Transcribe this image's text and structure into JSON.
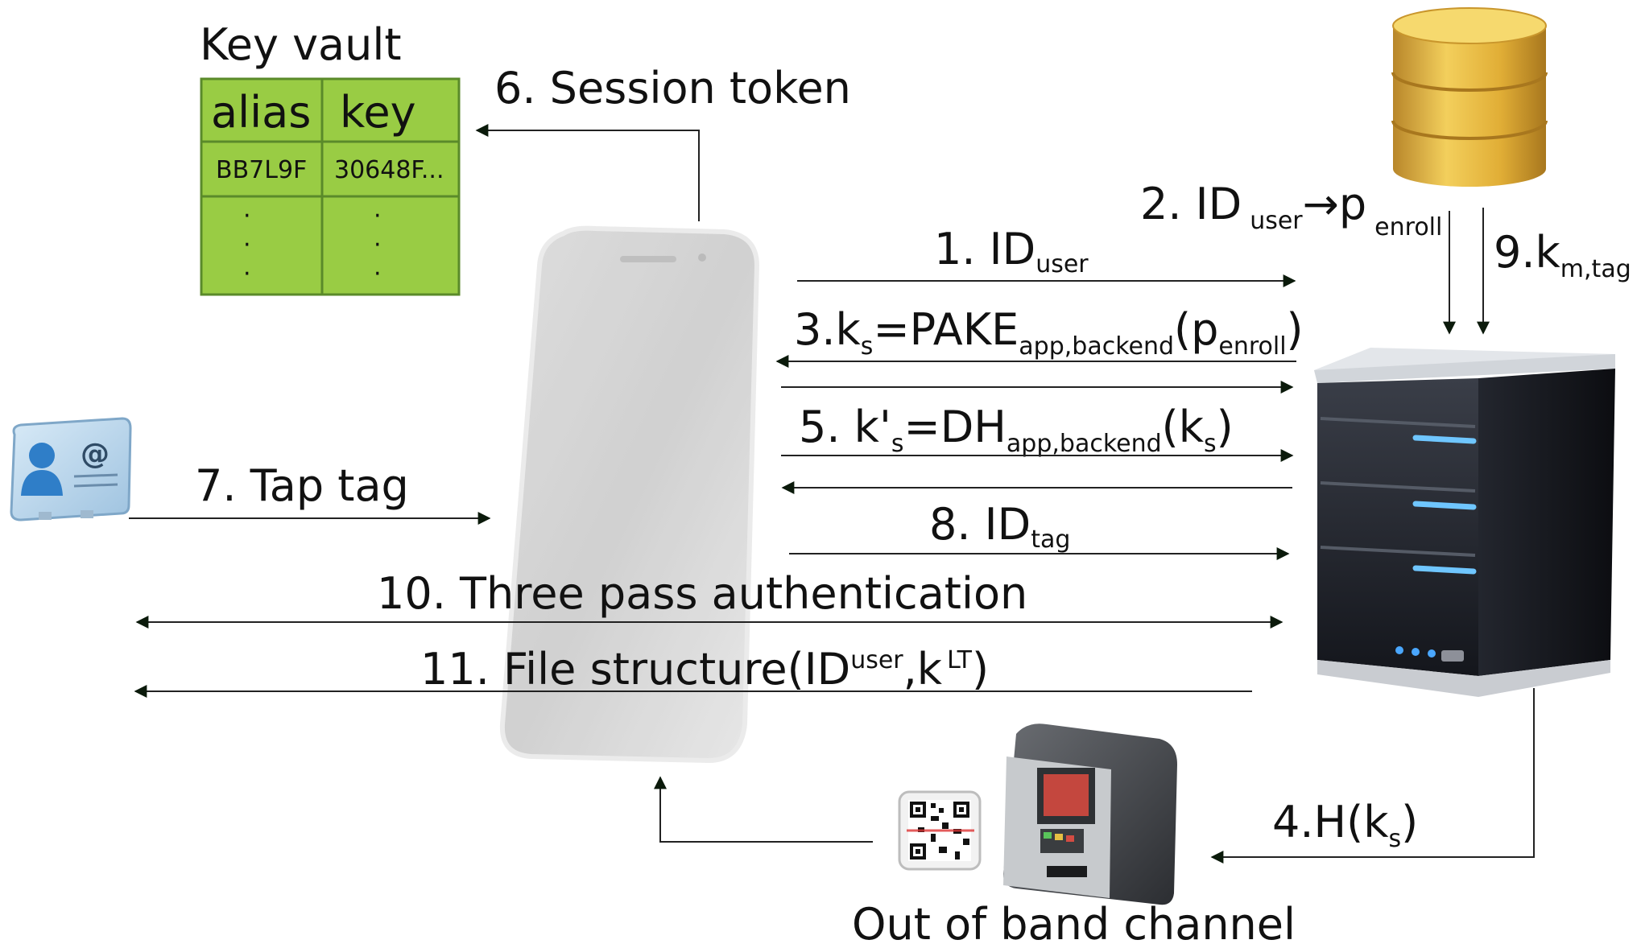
{
  "key_vault": {
    "title": "Key vault",
    "headers": [
      "alias",
      "key"
    ],
    "row": [
      "BB7L9F",
      "30648F..."
    ],
    "ellipsis": [
      "·",
      "·",
      "·"
    ]
  },
  "labels": {
    "step1": {
      "main": "1. ID",
      "sub": "user"
    },
    "step2": {
      "main": "2. ID",
      "sub1": "user",
      "arrow": "→p",
      "sub2": "enroll"
    },
    "step3": {
      "a": "3.k",
      "sub1": "s",
      "b": "=PAKE",
      "sub2": "app,backend",
      "c": "(p",
      "sub3": "enroll",
      "d": ")"
    },
    "step4": {
      "a": "4.H(k",
      "sub": "s",
      "b": ")"
    },
    "step5": {
      "a": "5. k'",
      "sub1": "s",
      "b": "=DH",
      "sub2": "app,backend",
      "c": "(k",
      "sub3": "s",
      "d": ")"
    },
    "step6": "6. Session token",
    "step7": "7. Tap tag",
    "step8": {
      "main": "8. ID",
      "sub": "tag"
    },
    "step9": {
      "main": "9.k",
      "sub": "m,tag"
    },
    "step10": "10. Three pass authentication",
    "step11": {
      "a": "11. File structure(ID",
      "sup1": "user",
      "b": ",k",
      "sup2": "LT",
      "c": ")"
    },
    "out_of_band": "Out of band channel"
  },
  "icons": [
    "smartphone-icon",
    "database-icon",
    "server-icon",
    "contact-card-icon",
    "atm-icon",
    "qr-code-icon"
  ],
  "colors": {
    "vault_green": "#99cc44",
    "vault_border": "#5a8a2a",
    "db_gold": "#e8b83a",
    "arrow": "#111111"
  }
}
